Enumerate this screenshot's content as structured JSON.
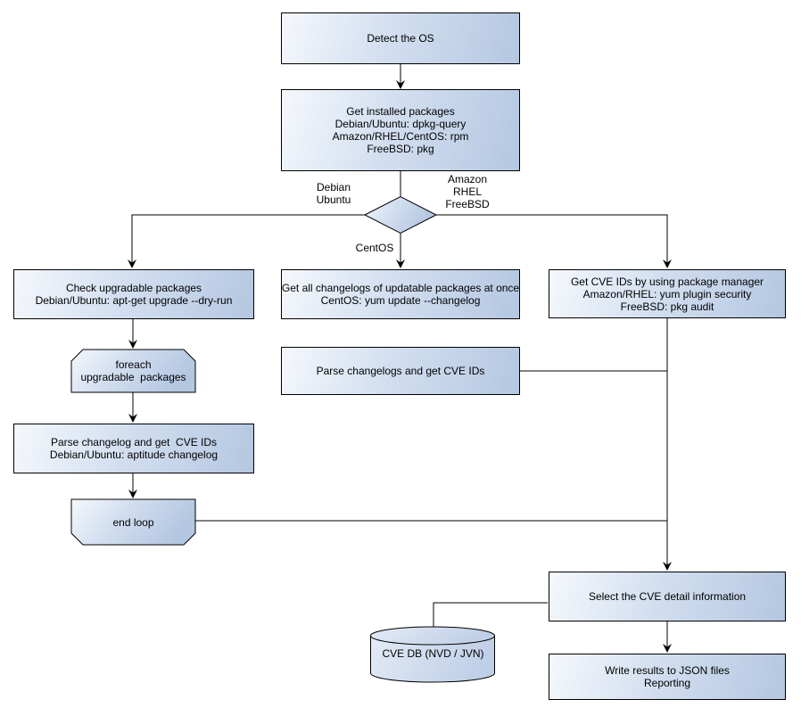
{
  "diagram": {
    "title": "OS package CVE scan flowchart",
    "colors": {
      "background": "#ffffff",
      "node_fill_light": "#f5f8fc",
      "node_fill_dark": "#b4c7e1",
      "cylinder_fill_light": "#e3ebf6",
      "cylinder_fill_dark": "#bfcfe7",
      "stroke": "#000000",
      "text": "#000000"
    },
    "nodes": {
      "detect_os": {
        "label": "Detect the OS"
      },
      "get_installed": {
        "label": "Get installed packages\nDebian/Ubuntu: dpkg-query\nAmazon/RHEL/CentOS: rpm\nFreeBSD: pkg"
      },
      "check_upgradable": {
        "label": "Check upgradable packages\nDebian/Ubuntu: apt-get upgrade --dry-run"
      },
      "foreach_loop": {
        "label": "foreach\nupgradable  packages"
      },
      "parse_changelog": {
        "label": "Parse changelog and get  CVE IDs\nDebian/Ubuntu: aptitude changelog"
      },
      "end_loop": {
        "label": "end loop"
      },
      "get_changelogs": {
        "label": "Get all changelogs of updatable packages at once\nCentOS: yum update --changelog"
      },
      "parse_changelogs": {
        "label": "Parse changelogs and get CVE IDs"
      },
      "get_cve_ids": {
        "label": "Get CVE IDs by using package manager\nAmazon/RHEL: yum plugin security\nFreeBSD: pkg audit"
      },
      "select_cve": {
        "label": "Select the CVE detail information"
      },
      "write_results": {
        "label": "Write results to JSON files\nReporting"
      },
      "cve_db": {
        "label": "CVE DB (NVD / JVN)"
      }
    },
    "edge_labels": {
      "debian_ubuntu": "Debian\nUbuntu",
      "amazon_rhel_freebsd": "Amazon\nRHEL\nFreeBSD",
      "centos": "CentOS"
    }
  }
}
